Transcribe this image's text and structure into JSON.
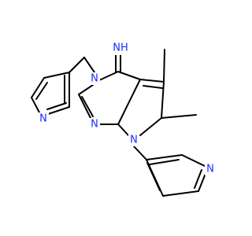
{
  "molecule": {
    "colors": {
      "bond": "#000000",
      "heteroatom": "#1a2cff",
      "background": "#ffffff"
    },
    "labels": {
      "imine": "NH",
      "n3": "N",
      "n1": "N",
      "n7": "N",
      "pyridine_a_n": "N",
      "pyridine_b_n": "N"
    }
  }
}
